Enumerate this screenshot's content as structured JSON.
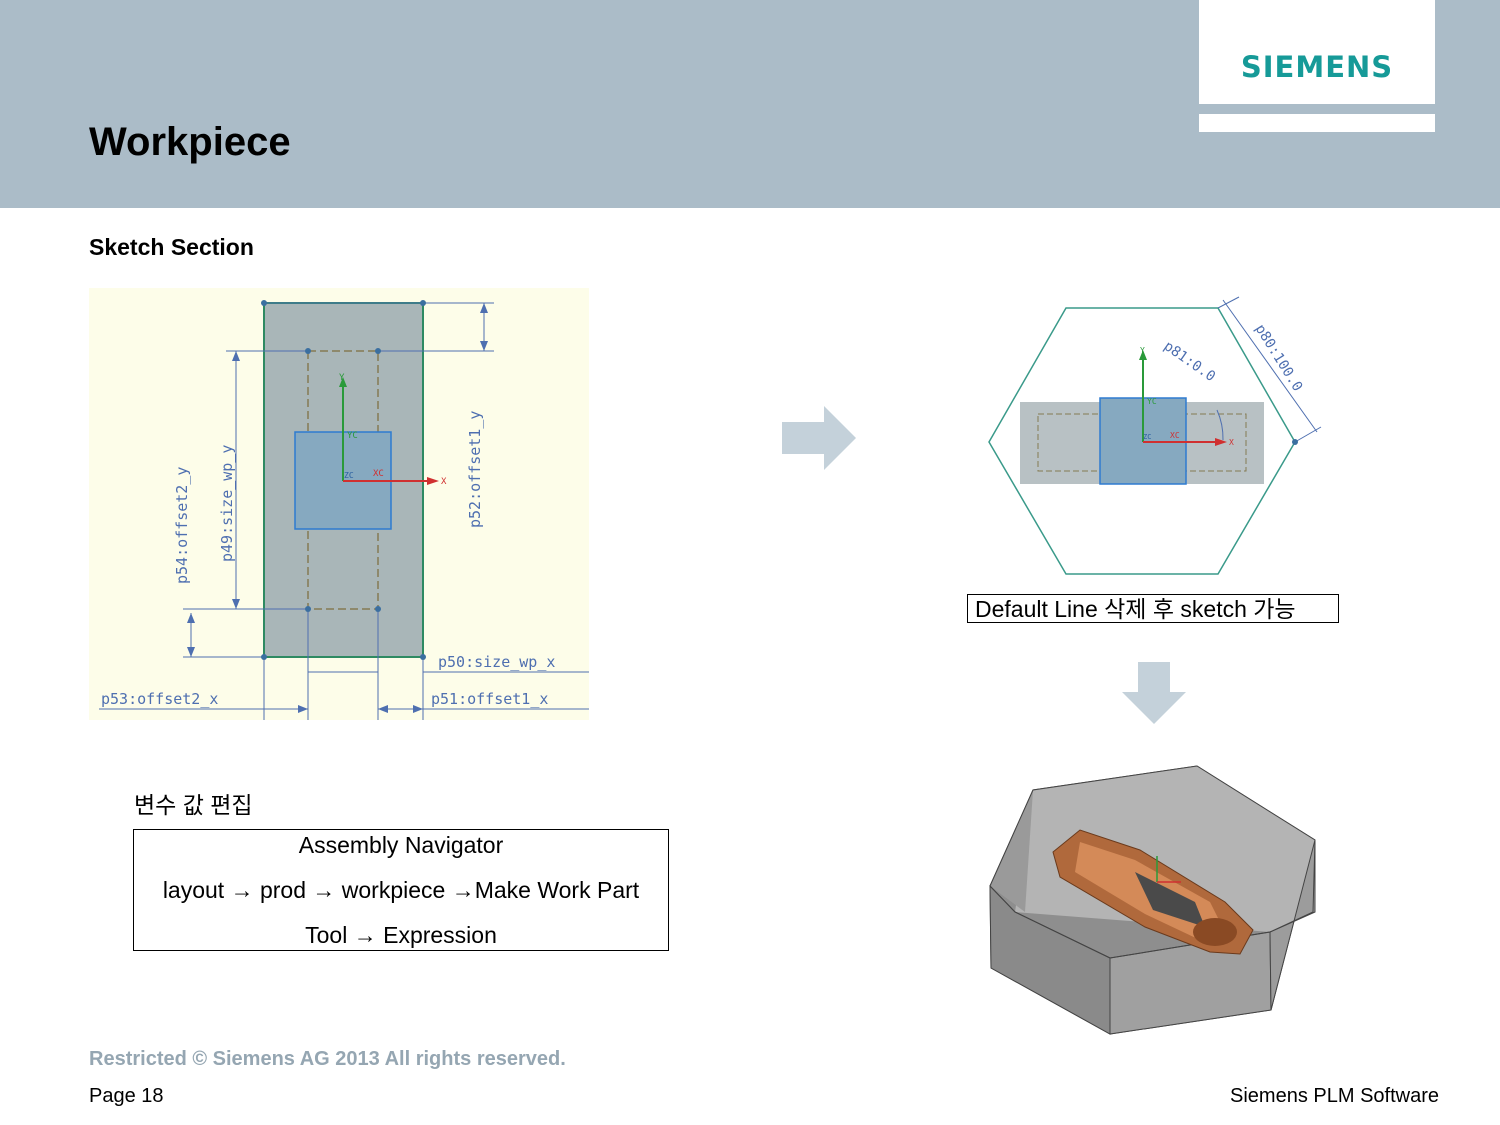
{
  "header": {
    "logo": "SIEMENS",
    "title": "Workpiece"
  },
  "section_title": "Sketch Section",
  "sketch_labels": {
    "p49": "p49:size_wp_y",
    "p50": "p50:size_wp_x",
    "p51": "p51:offset1_x",
    "p52": "p52:offset1_y",
    "p53": "p53:offset2_x",
    "p54": "p54:offset2_y",
    "axis_y": "Y",
    "axis_x": "X",
    "axis_yc": "YC",
    "axis_xc": "XC",
    "axis_zc": "ZC"
  },
  "hex_labels": {
    "p80": "p80:100.0",
    "p81": "p81:0.0",
    "axis_y": "Y",
    "axis_x": "X",
    "axis_yc": "YC",
    "axis_xc": "XC",
    "axis_zc": "ZC"
  },
  "caption": "Default Line 삭제 후 sketch 가능",
  "edit_label": "변수 값 편집",
  "navigator": {
    "line1": "Assembly Navigator",
    "line2": "layout → prod → workpiece →Make Work Part",
    "line3": "Tool → Expression"
  },
  "footer": {
    "restricted": "Restricted © Siemens AG 2013 All rights reserved.",
    "page": "Page 18",
    "company": "Siemens PLM Software"
  },
  "colors": {
    "header_bg": "#abbcc8",
    "logo": "#169a98",
    "arrow": "#c4d1da",
    "sketch_bg": "#fdfde9"
  }
}
